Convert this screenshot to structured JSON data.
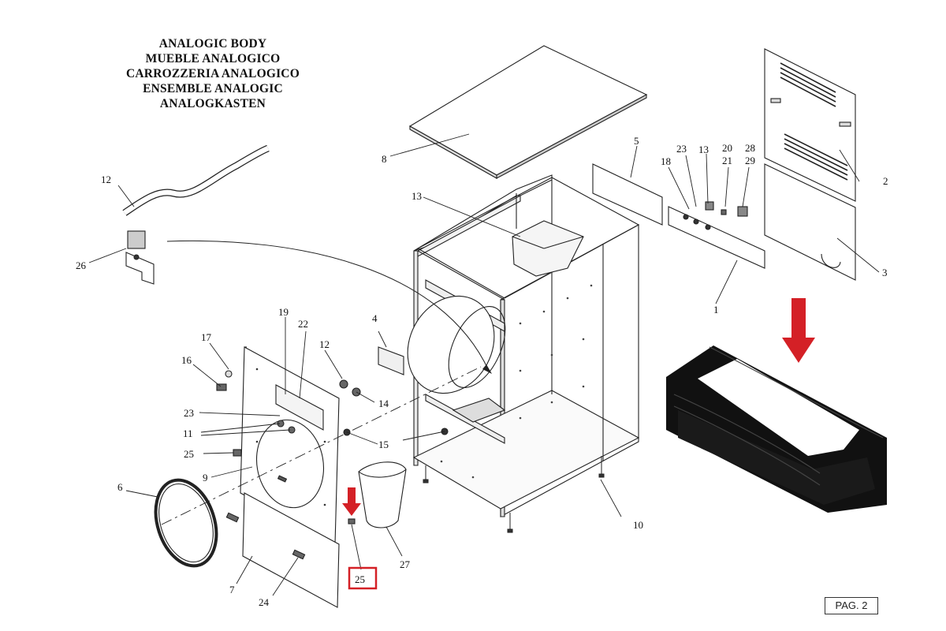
{
  "title_lines": [
    "ANALOGIC BODY",
    "MUEBLE ANALOGICO",
    "CARROZZERIA ANALOGICO",
    "ENSEMBLE ANALOGIC",
    "ANALOGKASTEN"
  ],
  "page_label": "PAG. 2",
  "highlight_color": "#d42026",
  "highlighted_part": "25",
  "labels": {
    "p1": "1",
    "p2": "2",
    "p3": "3",
    "p4": "4",
    "p5": "5",
    "p6": "6",
    "p7": "7",
    "p8": "8",
    "p9": "9",
    "p10": "10",
    "p11": "11",
    "p12a": "12",
    "p12b": "12",
    "p13a": "13",
    "p13b": "13",
    "p14": "14",
    "p15": "15",
    "p16": "16",
    "p17": "17",
    "p18": "18",
    "p19": "19",
    "p20": "20",
    "p21": "21",
    "p22": "22",
    "p23a": "23",
    "p23b": "23",
    "p24": "24",
    "p25a": "25",
    "p25b": "25",
    "p26": "26",
    "p27": "27",
    "p28": "28",
    "p29": "29"
  }
}
